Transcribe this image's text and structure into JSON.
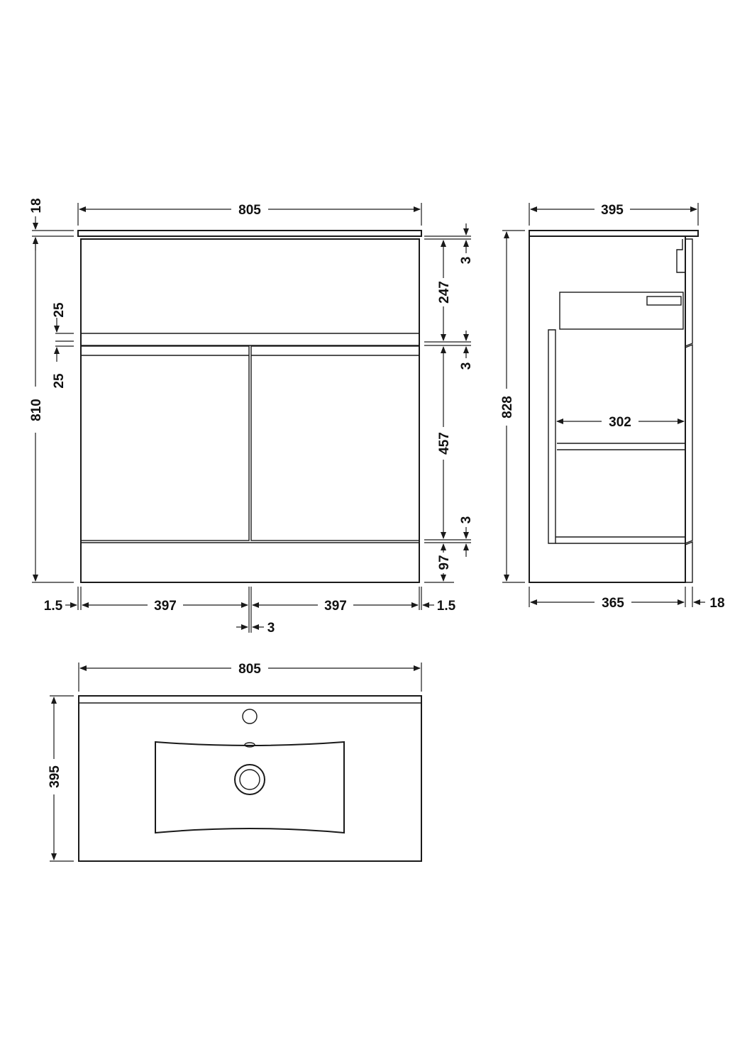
{
  "front_view": {
    "overall_width": "805",
    "worktop_thickness": "18",
    "overall_height": "810",
    "gap_top": "3",
    "top_panel_height": "247",
    "rail_upper": "25",
    "rail_lower": "25",
    "gap_mid": "3",
    "door_height": "457",
    "gap_bottom": "3",
    "plinth_height": "97",
    "side_clearance_left": "1.5",
    "side_clearance_right": "1.5",
    "door_width_left": "397",
    "door_width_right": "397",
    "door_gap": "3"
  },
  "side_view": {
    "overall_depth": "395",
    "overall_height": "828",
    "internal_depth": "302",
    "carcass_depth": "365",
    "door_thickness": "18"
  },
  "plan_view": {
    "overall_width": "805",
    "overall_depth": "395"
  }
}
